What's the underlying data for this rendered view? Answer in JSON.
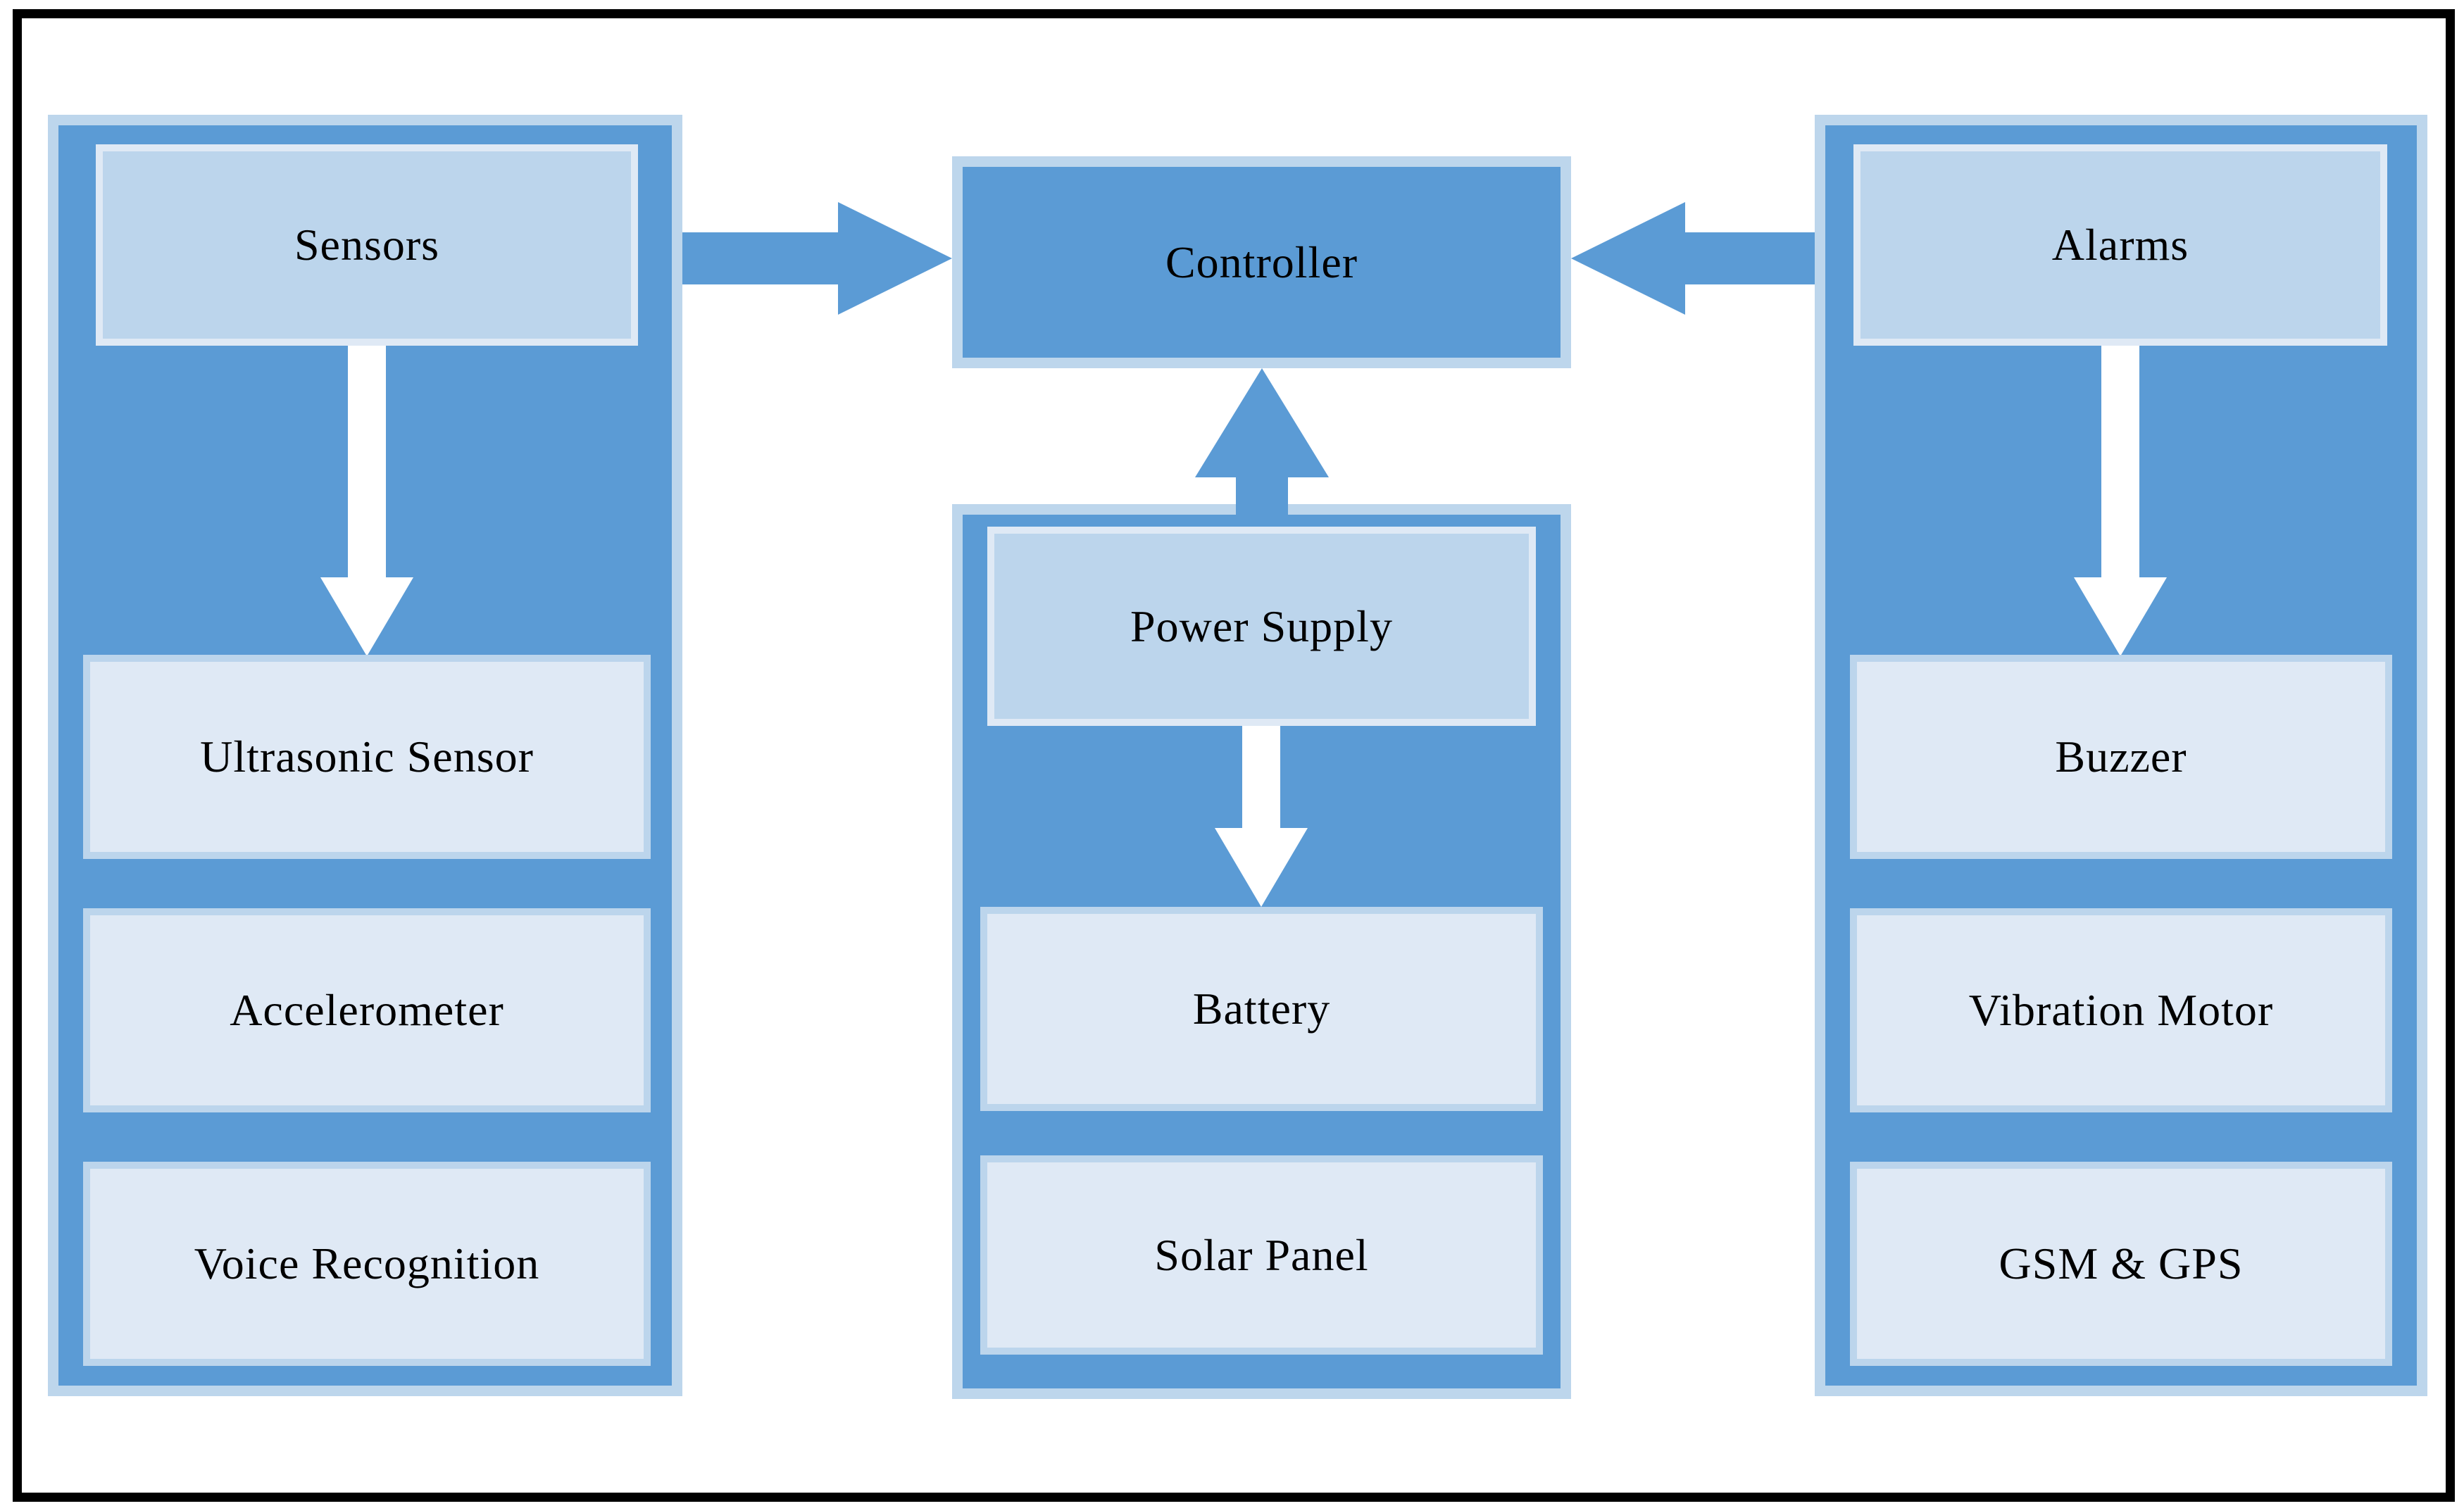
{
  "diagram": {
    "controller": {
      "label": "Controller"
    },
    "columns": {
      "sensors": {
        "header": "Sensors",
        "items": [
          "Ultrasonic Sensor",
          "Accelerometer",
          "Voice Recognition"
        ]
      },
      "power": {
        "header": "Power Supply",
        "items": [
          "Battery",
          "Solar Panel"
        ]
      },
      "alarms": {
        "header": "Alarms",
        "items": [
          "Buzzer",
          "Vibration Motor",
          "GSM & GPS"
        ]
      }
    },
    "connections": [
      "Sensors -> Controller",
      "Alarms -> Controller",
      "Power Supply -> Controller",
      "Sensors -> Ultrasonic Sensor",
      "Alarms -> Buzzer",
      "Power Supply -> Battery"
    ],
    "colors": {
      "medium_blue": "#5b9bd5",
      "light_blue": "#bcd5ec",
      "pale_blue": "#dfe9f5",
      "panel_border": "#bdd6ec",
      "frame": "#000000",
      "arrow_white": "#ffffff",
      "text": "#000000"
    }
  }
}
